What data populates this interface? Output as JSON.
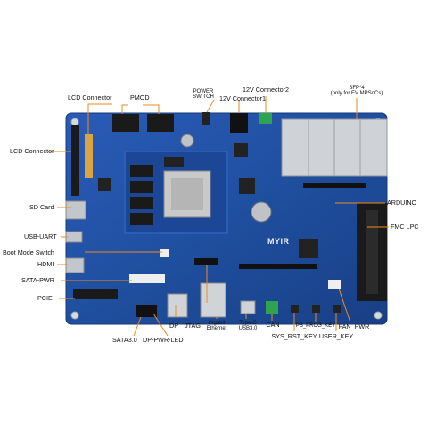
{
  "brand": "MYIR",
  "labels": {
    "lcd_connector_top": "LCD Connector",
    "lcd_connector_left": "LCD Connector",
    "pmod": "PMOD",
    "power_switch_1": "POWER",
    "power_switch_2": "SWITCH",
    "connector_12v_2": "12V Connector2",
    "connector_12v_1": "12V Connector1",
    "sfp": "SFP*4",
    "sfp_note": "(only for EV MPSoCs)",
    "sd_card": "SD Card",
    "usb_uart": "USB-UART",
    "boot_mode_switch": "Boot Mode Switch",
    "hdmi": "HDMI",
    "sata_pwr": "SATA-PWR",
    "pcie": "PCIE",
    "arduino": "ARDUINO",
    "fmc_lpc": "FMC LPC",
    "sata3": "SATA3.0",
    "dp_pwr_led": "DP-PWR-LED",
    "dp": "DP",
    "jtag": "JTAG",
    "gigabit_1": "Gigabit",
    "gigabit_2": "Ethernet",
    "typec_1": "Type-C",
    "typec_2": "USB3.0",
    "can": "CAN",
    "sys_rst_key": "SYS_RST_KEY",
    "ps_prog_key": "PS_PROG_KEY",
    "user_key": "USER_KEY",
    "fan_pwr": "FAN_PWR"
  },
  "colors": {
    "board": "#1e4fa3",
    "callout": "#f08a1c",
    "label_text": "#111111"
  }
}
